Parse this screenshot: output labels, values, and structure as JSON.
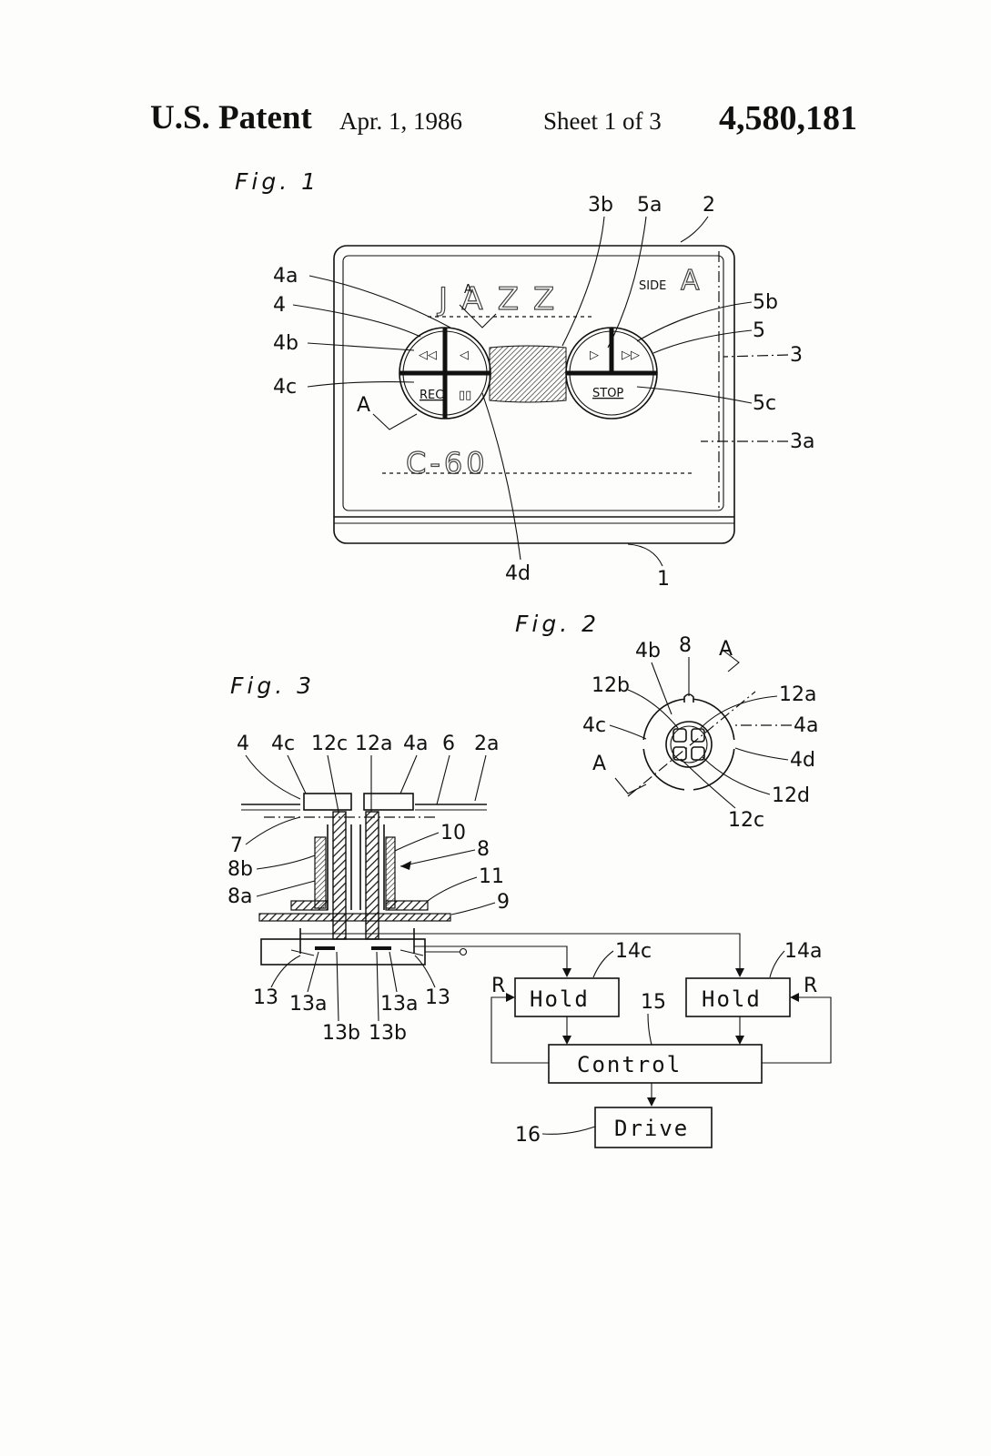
{
  "header": {
    "title": "U.S. Patent",
    "date": "Apr. 1, 1986",
    "sheet": "Sheet 1 of 3",
    "patent_number": "4,580,181"
  },
  "fig1": {
    "caption": "Fig. 1",
    "cassette_title": "JAZZ",
    "side_label": "SIDE",
    "side_value": "A",
    "tape_length": "C-60",
    "rec_label": "REC",
    "stop_label": "STOP",
    "section_mark": "A",
    "refs": {
      "r3b": "3b",
      "r5a": "5a",
      "r2": "2",
      "r4a": "4a",
      "r4": "4",
      "r4b": "4b",
      "r4c": "4c",
      "r5b": "5b",
      "r5": "5",
      "r3": "3",
      "r5c": "5c",
      "r3a": "3a",
      "r4d": "4d",
      "r1": "1"
    }
  },
  "fig2": {
    "caption": "Fig. 2",
    "refs": {
      "r4b": "4b",
      "r8": "8",
      "rA": "A",
      "r12b": "12b",
      "r12a": "12a",
      "r4c": "4c",
      "r4a": "4a",
      "r4d": "4d",
      "r12d": "12d",
      "r12c": "12c"
    }
  },
  "fig3": {
    "caption": "Fig. 3",
    "hold_left": "Hold",
    "hold_right": "Hold",
    "control": "Control",
    "drive": "Drive",
    "reset": "R",
    "refs": {
      "r4": "4",
      "r4c": "4c",
      "r12c": "12c",
      "r12a": "12a",
      "r4a": "4a",
      "r6": "6",
      "r2a": "2a",
      "r7": "7",
      "r10": "10",
      "r8": "8",
      "r8b": "8b",
      "r8a": "8a",
      "r11": "11",
      "r9": "9",
      "r14c": "14c",
      "r14a": "14a",
      "r13": "13",
      "r13a": "13a",
      "r13b": "13b",
      "r15": "15",
      "r16": "16"
    }
  }
}
